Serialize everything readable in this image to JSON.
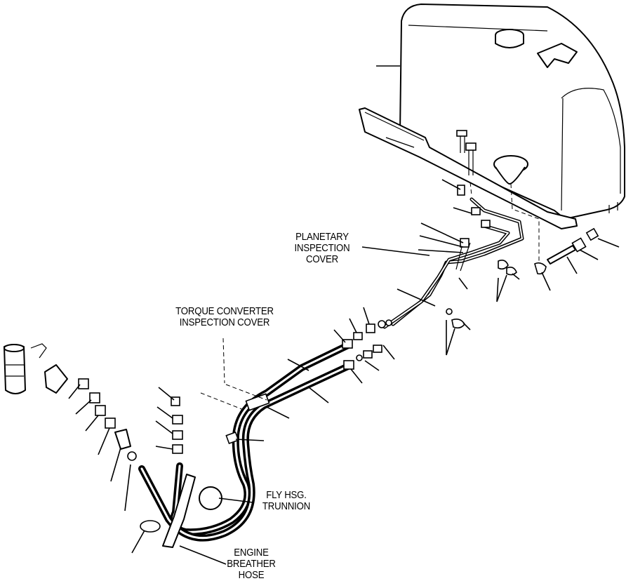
{
  "labels": {
    "planetary": [
      "PLANETARY",
      "INSPECTION",
      "COVER"
    ],
    "torque": [
      "TORQUE CONVERTER",
      "INSPECTION COVER"
    ],
    "fly": [
      "FLY HSG.",
      "TRUNNION"
    ],
    "engine": [
      "ENGINE",
      "BREATHER",
      "HOSE"
    ]
  },
  "colors": {
    "line": "#000000",
    "background": "#ffffff"
  }
}
